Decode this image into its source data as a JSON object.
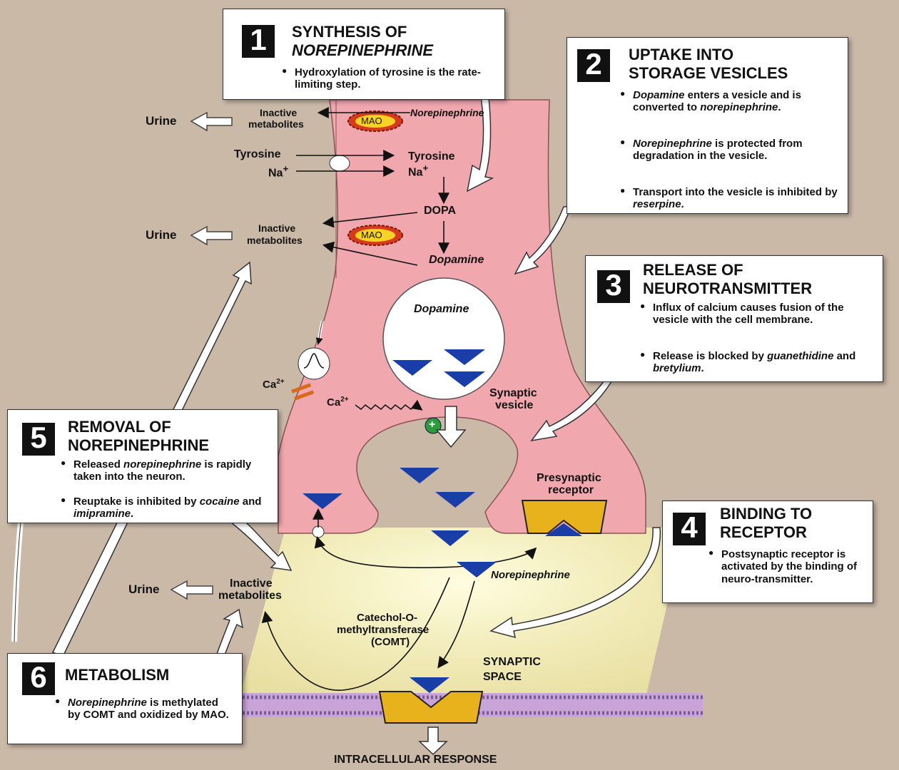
{
  "box1": {
    "number": "1",
    "title_line1": "SYNTHESIS OF",
    "title_line2": "NOREPINEPHRINE",
    "bullets": [
      "Hydroxylation of tyrosine is the rate-limiting step."
    ]
  },
  "box2": {
    "number": "2",
    "title_line1": "UPTAKE INTO",
    "title_line2": "STORAGE VESICLES",
    "bullet1_em": "Dopamine",
    "bullet1_rest": " enters a vesicle and is converted to ",
    "bullet1_em2": "norepinephrine",
    "bullet2_em": "Norepinephrine",
    "bullet2_rest": " is protected from degradation in the vesicle.",
    "bullet3_rest": "Transport into the vesicle is inhibited by ",
    "bullet3_em": "reserpine"
  },
  "box3": {
    "number": "3",
    "title_line1": "RELEASE OF",
    "title_line2": "NEUROTRANSMITTER",
    "bullet1": "Influx of calcium causes fusion of the vesicle with the cell membrane.",
    "bullet2_rest": "Release is blocked by ",
    "bullet2_em": "guanethidine",
    "bullet2_and": " and ",
    "bullet2_em2": "bretylium"
  },
  "box4": {
    "number": "4",
    "title_line1": "BINDING TO",
    "title_line2": "RECEPTOR",
    "bullet1": "Postsynaptic receptor is activated by the binding of neuro-transmitter."
  },
  "box5": {
    "number": "5",
    "title_line1": "REMOVAL OF",
    "title_line2": "NOREPINEPHRINE",
    "bullet1_rest": "Released ",
    "bullet1_em": "norepinephrine",
    "bullet1_rest2": " is rapidly taken into the neuron.",
    "bullet2_rest": "Reuptake is inhibited by ",
    "bullet2_em": "cocaine",
    "bullet2_and": " and ",
    "bullet2_em2": "imipramine"
  },
  "box6": {
    "number": "6",
    "title": "METABOLISM",
    "bullet1_em": "Norepinephrine",
    "bullet1_rest": " is methylated by COMT and oxidized by MAO."
  },
  "labels": {
    "urine": "Urine",
    "inactive": "Inactive",
    "metabolites": "metabolites",
    "mao": "MAO",
    "norepinephrine": "Norepinephrine",
    "tyrosine": "Tyrosine",
    "na": "Na",
    "na_sup": "+",
    "dopa": "DOPA",
    "dopamine": "Dopamine",
    "ca": "Ca",
    "ca_sup": "2+",
    "synaptic": "Synaptic",
    "vesicle": "vesicle",
    "presynaptic": "Presynaptic",
    "receptor": "receptor",
    "comt_line1": "Catechol-O-",
    "comt_line2": "methyltransferase",
    "comt_line3": "(COMT)",
    "synaptic_space_1": "SYNAPTIC",
    "synaptic_space_2": "SPACE",
    "intracellular": "INTRACELLULAR RESPONSE",
    "plus": "+"
  },
  "colors": {
    "neuron": "#f0a7ae",
    "vesicle": "#ffffff",
    "nt": "#1a3ea8",
    "receptor": "#e8b21c",
    "mao": "#d83a1c",
    "cleft": "#fbf7c2",
    "background": "#cbb9a8"
  }
}
